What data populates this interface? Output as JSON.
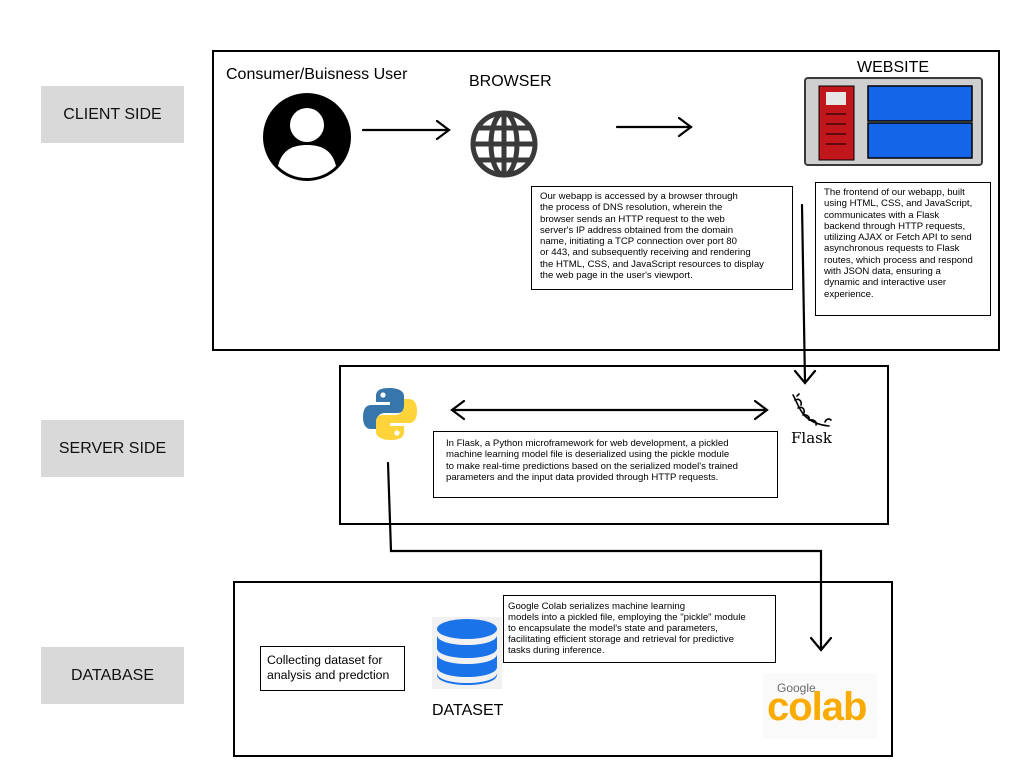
{
  "sections": {
    "client": "CLIENT SIDE",
    "server": "SERVER SIDE",
    "database": "DATABASE"
  },
  "client": {
    "user_label": "Consumer/Buisness User",
    "browser_label": "BROWSER",
    "website_label": "WEBSITE",
    "browser_note": [
      "Our webapp is accessed by a browser through",
      "the process of DNS resolution, wherein the",
      "browser sends an HTTP request to the web",
      "server's IP address obtained from the domain",
      "name, initiating a TCP connection over port 80",
      "or 443, and subsequently receiving and rendering",
      "the HTML, CSS, and JavaScript resources to display",
      "the web page in the user's viewport."
    ],
    "website_note": [
      "The frontend of our webapp, built",
      "using HTML, CSS, and JavaScript,",
      "communicates with a Flask",
      "backend through HTTP requests,",
      "utilizing AJAX or Fetch API to send",
      "asynchronous requests to Flask",
      "routes, which process and respond",
      "with JSON data, ensuring a",
      "dynamic and interactive user",
      "experience."
    ],
    "website_colors": {
      "frame": "#cfcfcf",
      "sidebar": "#c0161c",
      "panel": "#1565e8"
    }
  },
  "server": {
    "flask_label": "Flask",
    "flask_note": [
      "In Flask, a Python microframework for web development, a pickled",
      "machine learning model file is deserialized using the pickle module",
      "to make real-time predictions based on the serialized model's trained",
      "parameters and the input data provided through HTTP requests."
    ],
    "python_colors": {
      "blue": "#3776ab",
      "yellow": "#ffd43b"
    }
  },
  "database": {
    "collect_note": [
      "Collecting dataset for",
      "analysis and predction"
    ],
    "dataset_label": "DATASET",
    "colab_note": [
      "Google Colab serializes machine learning",
      "models into a pickled file, employing the \"pickle\" module",
      "to encapsulate the model's state and parameters,",
      "facilitating efficient storage and retrieval for predictive",
      "tasks during inference."
    ],
    "colab_logo_small": "Google",
    "colab_logo_big": "colab",
    "dataset_color": "#1a73e8",
    "colab_color": "#f9ab00"
  }
}
